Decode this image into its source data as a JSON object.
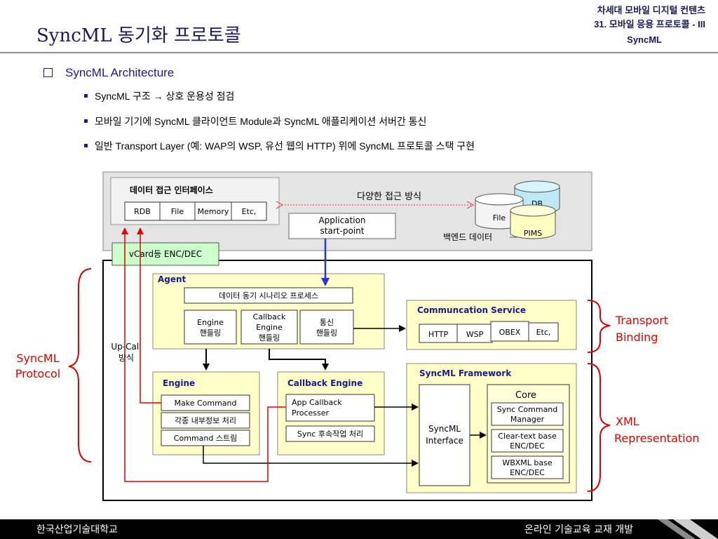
{
  "header": {
    "title": "SyncML 동기화 프로토콜",
    "right_line1": "차세대 모바일 디지털 컨텐츠",
    "right_line2": "31. 모바일 응용 프로토콜 - III",
    "right_line3": "SyncML"
  },
  "section": {
    "heading": "SyncML Architecture",
    "bullets": [
      "SyncML 구조 → 상호 운용성 점검",
      "모바일 기기에 SyncML 클라이언트 Module과 SyncML 애플리케이션 서버간 통신",
      "일반 Transport Layer (예: WAP의 WSP, 유선 웹의 HTTP) 위에 SyncML 프로토콜 스택 구현"
    ]
  },
  "diagram": {
    "data_interface": {
      "title": "데이터 접근 인터페이스",
      "cells": [
        "RDB",
        "File",
        "Memory",
        "Etc,"
      ]
    },
    "access_label": "다양한 접근 방식",
    "app_start": [
      "Application",
      "start-point"
    ],
    "backend": {
      "db": "DB",
      "file": "File",
      "pims": "PIMS",
      "label": "백엔드 데이터"
    },
    "vcard": "vCard등 ENC/DEC",
    "agent": {
      "title": "Agent",
      "scenario": "데이터 동기 시나리오 프로세스",
      "engine_handling": [
        "Engine",
        "핸들링"
      ],
      "callback_handling": [
        "Callback",
        "Engine",
        "핸들링"
      ],
      "comm_handling": [
        "통신",
        "핸들링"
      ]
    },
    "comm_service": {
      "title": "Communcation Service",
      "cells": [
        "HTTP",
        "WSP",
        "OBEX",
        "Etc,"
      ]
    },
    "upcall": [
      "Up-Call",
      "방식"
    ],
    "engine": {
      "title": "Engine",
      "items": [
        "Make Command",
        "각종 내부정보 처리",
        "Command 스트림"
      ]
    },
    "callback_engine": {
      "title": "Callback Engine",
      "item1": [
        "App Callback",
        "Processer"
      ],
      "item2": "Sync 후속작업 처리"
    },
    "framework": {
      "title": "SyncML Framework",
      "interface": [
        "SyncML",
        "Interface"
      ],
      "core": "Core",
      "core_items": [
        [
          "Sync Command",
          "Manager"
        ],
        [
          "Clear-text base",
          "ENC/DEC"
        ],
        [
          "WBXML base",
          "ENC/DEC"
        ]
      ]
    },
    "labels": {
      "syncml_protocol": [
        "SyncML",
        "Protocol"
      ],
      "transport_binding": [
        "Transport",
        "Binding"
      ],
      "xml_representation": [
        "XML",
        "Representation"
      ]
    }
  },
  "footer": {
    "left": "한국산업기술대학교",
    "right": "온라인 기술교육 교재 개발"
  },
  "colors": {
    "accent_navy": "#1a1a5a",
    "label_red": "#e00000",
    "box_yellow": "#ffffc8",
    "arrow_blue": "#3030cc"
  }
}
